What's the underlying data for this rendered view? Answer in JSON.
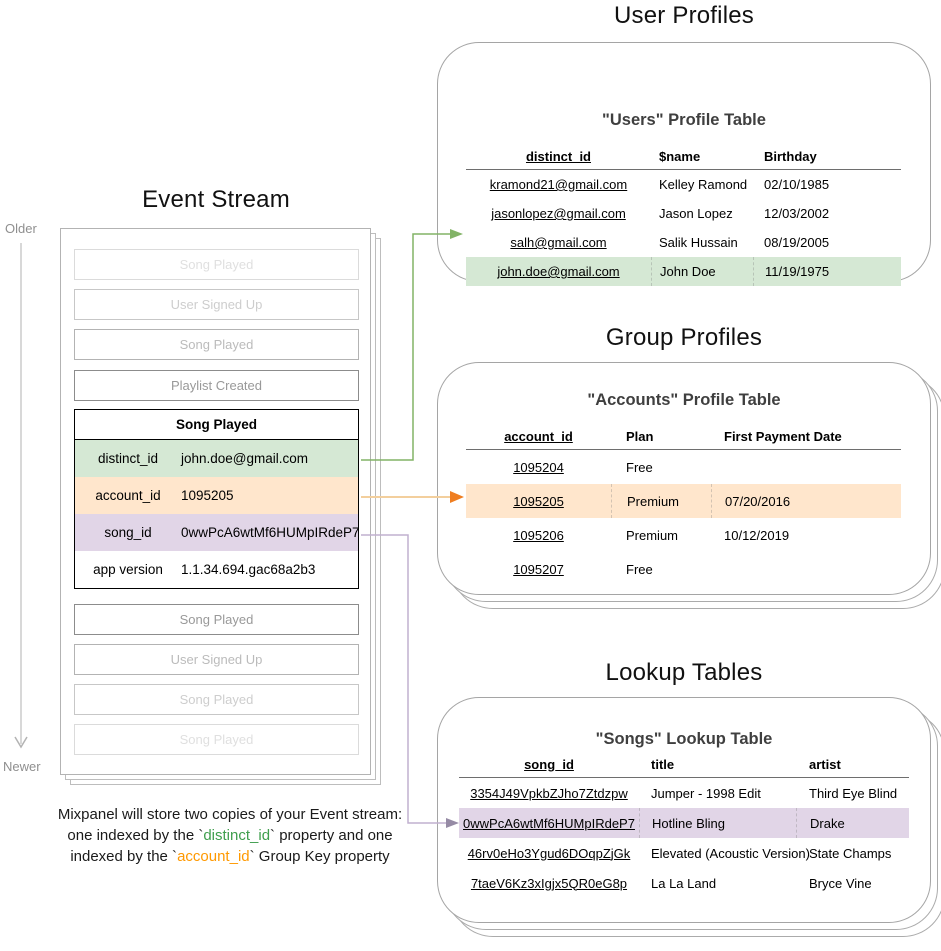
{
  "colors": {
    "green_highlight": "#d5e8d4",
    "orange_highlight": "#ffe6cc",
    "purple_highlight": "#e1d5e7",
    "green_arrow": "#82b366",
    "orange_arrow_line": "#f3cf9d",
    "orange_arrow_head": "#ef7e21",
    "purple_arrow_line": "#c1b0cf",
    "purple_arrow_head": "#968ba5",
    "code_green": "#3f9e4d",
    "code_orange": "#ff9900"
  },
  "event_stream": {
    "title": "Event Stream",
    "older_label": "Older",
    "newer_label": "Newer",
    "events_before": [
      "Song Played",
      "User Signed Up",
      "Song Played",
      "Playlist Created"
    ],
    "expanded_event": {
      "name": "Song Played",
      "properties": [
        {
          "key": "distinct_id",
          "value": "john.doe@gmail.com"
        },
        {
          "key": "account_id",
          "value": "1095205"
        },
        {
          "key": "song_id",
          "value": "0wwPcA6wtMf6HUMpIRdeP7"
        },
        {
          "key": "app version",
          "value": "1.1.34.694.gac68a2b3"
        }
      ]
    },
    "events_after": [
      "Song Played",
      "User Signed Up",
      "Song Played",
      "Song Played"
    ]
  },
  "user_profiles": {
    "section_title": "User Profiles",
    "table_title": "\"Users\" Profile Table",
    "columns": [
      "distinct_id",
      "$name",
      "Birthday"
    ],
    "rows": [
      {
        "distinct_id": "kramond21@gmail.com",
        "name": "Kelley Ramond",
        "birthday": "02/10/1985"
      },
      {
        "distinct_id": "jasonlopez@gmail.com",
        "name": "Jason Lopez",
        "birthday": "12/03/2002"
      },
      {
        "distinct_id": "salh@gmail.com",
        "name": "Salik Hussain",
        "birthday": "08/19/2005"
      },
      {
        "distinct_id": "john.doe@gmail.com",
        "name": "John Doe",
        "birthday": "11/19/1975"
      }
    ]
  },
  "group_profiles": {
    "section_title": "Group Profiles",
    "table_title": "\"Accounts\" Profile Table",
    "columns": [
      "account_id",
      "Plan",
      "First Payment Date"
    ],
    "rows": [
      {
        "account_id": "1095204",
        "plan": "Free",
        "first_payment_date": ""
      },
      {
        "account_id": "1095205",
        "plan": "Premium",
        "first_payment_date": "07/20/2016"
      },
      {
        "account_id": "1095206",
        "plan": "Premium",
        "first_payment_date": "10/12/2019"
      },
      {
        "account_id": "1095207",
        "plan": "Free",
        "first_payment_date": ""
      }
    ]
  },
  "lookup_tables": {
    "section_title": "Lookup Tables",
    "table_title": "\"Songs\" Lookup Table",
    "columns": [
      "song_id",
      "title",
      "artist"
    ],
    "rows": [
      {
        "song_id": "3354J49VpkbZJho7Ztdzpw",
        "title": "Jumper - 1998 Edit",
        "artist": "Third Eye Blind"
      },
      {
        "song_id": "0wwPcA6wtMf6HUMpIRdeP7",
        "title": "Hotline Bling",
        "artist": "Drake"
      },
      {
        "song_id": "46rv0eHo3Ygud6DOqpZjGk",
        "title": "Elevated (Acoustic Version)",
        "artist": "State Champs"
      },
      {
        "song_id": "7taeV6Kz3xIgjx5QR0eG8p",
        "title": "La La Land",
        "artist": "Bryce Vine"
      }
    ]
  },
  "footnote": {
    "line1": "Mixpanel will store two copies of your Event stream:",
    "line2_prefix": "one indexed by the `",
    "line2_code": "distinct_id",
    "line2_suffix": "` property and one",
    "line3_prefix": "indexed by the `",
    "line3_code": "account_id",
    "line3_suffix": "` Group Key property"
  }
}
